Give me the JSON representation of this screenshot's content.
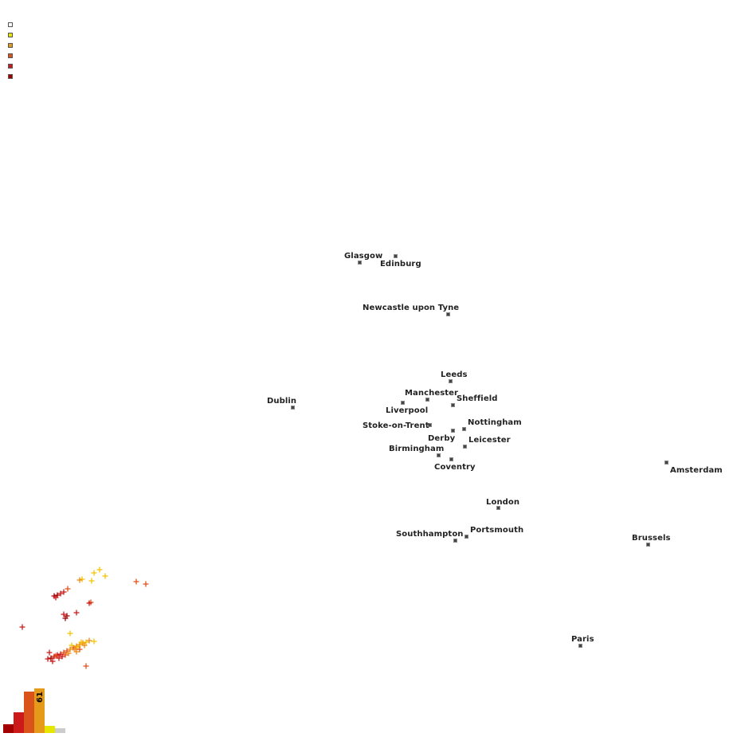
{
  "legend": {
    "swatches": [
      {
        "name": "legend-swatch-white",
        "color": "#ffffff"
      },
      {
        "name": "legend-swatch-yellow",
        "color": "#e6e600"
      },
      {
        "name": "legend-swatch-orange",
        "color": "#e69a1a"
      },
      {
        "name": "legend-swatch-darkorange",
        "color": "#d9531a"
      },
      {
        "name": "legend-swatch-red",
        "color": "#cc1a1a"
      },
      {
        "name": "legend-swatch-darkred",
        "color": "#a30000"
      }
    ]
  },
  "cities": [
    {
      "name": "Glasgow"
    },
    {
      "name": "Edinburg"
    },
    {
      "name": "Newcastle upon Tyne"
    },
    {
      "name": "Leeds"
    },
    {
      "name": "Manchester"
    },
    {
      "name": "Sheffield"
    },
    {
      "name": "Liverpool"
    },
    {
      "name": "Dublin"
    },
    {
      "name": "Stoke-on-Trent"
    },
    {
      "name": "Nottingham"
    },
    {
      "name": "Derby"
    },
    {
      "name": "Leicester"
    },
    {
      "name": "Birmingham"
    },
    {
      "name": "Coventry"
    },
    {
      "name": "Amsterdam"
    },
    {
      "name": "London"
    },
    {
      "name": "Portsmouth"
    },
    {
      "name": "Southhampton"
    },
    {
      "name": "Brussels"
    },
    {
      "name": "Paris"
    }
  ],
  "histogram": {
    "bars": [
      {
        "color": "#a30000",
        "value": 11
      },
      {
        "color": "#cc1a1a",
        "value": 26
      },
      {
        "color": "#d9531a",
        "value": 52
      },
      {
        "color": "#e69a1a",
        "value": 56
      },
      {
        "color": "#e6e600",
        "value": 9
      },
      {
        "color": "#cccccc",
        "value": 6
      }
    ],
    "value_label": "61"
  },
  "marker_colors": {
    "darkred": "#a30000",
    "red": "#cc1a1a",
    "darkorange": "#e0501a",
    "orange": "#ef8a10",
    "yellow": "#f5c400"
  }
}
